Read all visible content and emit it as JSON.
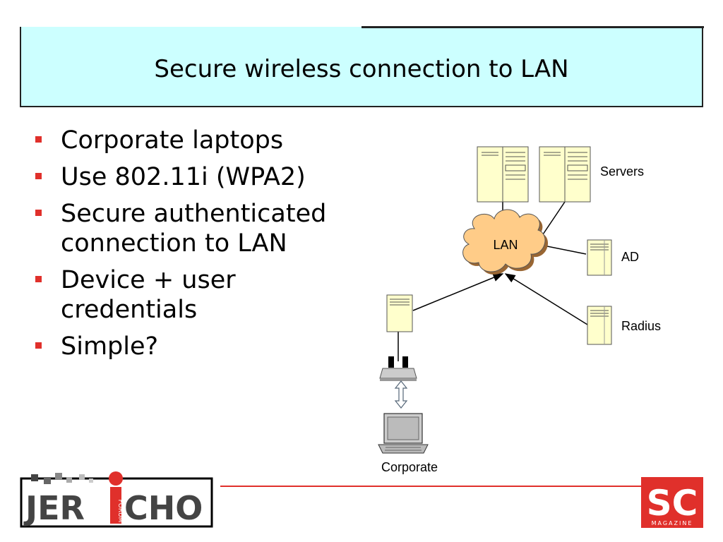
{
  "slide": {
    "title": "Secure wireless connection to LAN",
    "bullets": [
      "Corporate laptops",
      "Use 802.11i (WPA2)",
      "Secure authenticated connection to LAN",
      "Device + user credentials",
      "Simple?"
    ]
  },
  "diagram": {
    "nodes": {
      "servers": "Servers",
      "lan": "LAN",
      "ad": "AD",
      "radius": "Radius",
      "corporate": "Corporate"
    }
  },
  "logos": {
    "jericho": {
      "text": "JERICHO",
      "sub": "FORUM"
    },
    "sc": {
      "text": "SC",
      "sub": "MAGAZINE"
    }
  },
  "colors": {
    "title_bg": "#ccffff",
    "bullet": "#e0302b",
    "server_fill": "#ffffcc",
    "cloud_fill": "#ffcc88",
    "accent_red": "#e0302b"
  }
}
